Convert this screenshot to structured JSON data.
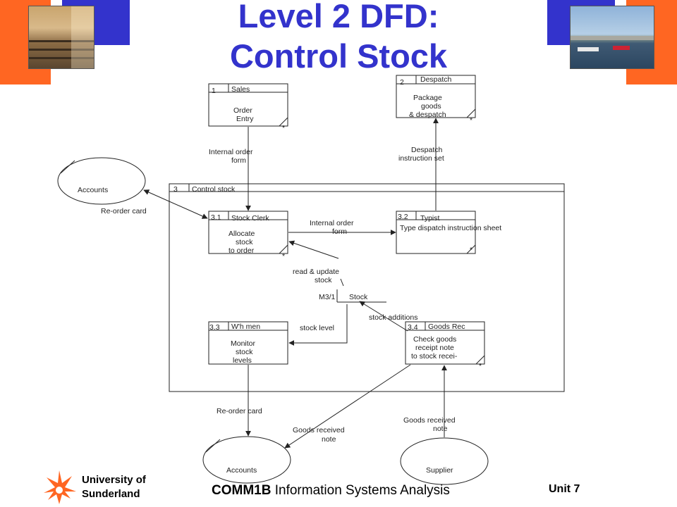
{
  "slide": {
    "title_line1": "Level 2 DFD:",
    "title_line2": "Control Stock",
    "footer": {
      "university_line1": "University of",
      "university_line2": "Sunderland",
      "course_code": "COMM1B",
      "course_name": " Information Systems Analysis",
      "unit": "Unit 7"
    },
    "colors": {
      "title": "#3333cc",
      "orange": "#ff6622",
      "blue": "#3333cc"
    }
  },
  "diagram": {
    "processes": {
      "p1": {
        "num": "1",
        "actor": "Sales",
        "l1": "Order",
        "l2": "Entry"
      },
      "p2": {
        "num": "2",
        "actor": "Despatch",
        "l1": "Package",
        "l2": "goods",
        "l3": "& despatch"
      },
      "p3": {
        "num": "3",
        "actor": "Control stock"
      },
      "p31": {
        "num": "3.1",
        "actor": "Stock Clerk",
        "l1": "Allocate",
        "l2": "stock",
        "l3": "to order"
      },
      "p32": {
        "num": "3.2",
        "actor": "Typist",
        "l1": "Type dispatch instruction sheet"
      },
      "p33": {
        "num": "3.3",
        "actor": "W'h men",
        "l1": "Monitor",
        "l2": "stock",
        "l3": "levels"
      },
      "p34": {
        "num": "3.4",
        "actor": "Goods Rec",
        "l1": "Check goods",
        "l2": "receipt note",
        "l3": "to stock recei-"
      }
    },
    "externals": {
      "accounts_top": "Accounts",
      "accounts_bottom": "Accounts",
      "supplier": "Supplier"
    },
    "store": {
      "id": "M3/1",
      "name": "Stock"
    },
    "flows": {
      "internal_order_top_1": "Internal order",
      "internal_order_top_2": "form",
      "despatch_instr_1": "Despatch",
      "despatch_instr_2": "instruction set",
      "reorder_card_top": "Re-order card",
      "internal_order_mid_1": "Internal order",
      "internal_order_mid_2": "form",
      "read_update_1": "read & update",
      "read_update_2": "stock",
      "stock_additions": "stock additions",
      "stock_level": "stock level",
      "reorder_card_bottom": "Re-order card",
      "grn_left_1": "Goods received",
      "grn_left_2": "note",
      "grn_right_1": "Goods received",
      "grn_right_2": "note"
    },
    "star": "*"
  }
}
